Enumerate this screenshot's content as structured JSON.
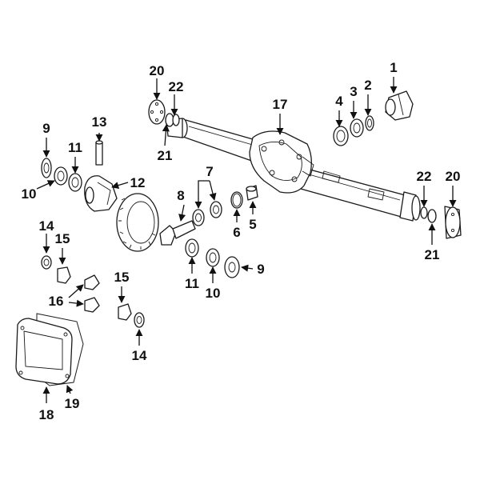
{
  "colors": {
    "line": "#1a1a1a",
    "background": "#ffffff",
    "label": "#111111"
  },
  "callouts": {
    "c1": "1",
    "c2": "2",
    "c3": "3",
    "c4": "4",
    "c5": "5",
    "c6": "6",
    "c7": "7",
    "c8": "8",
    "c9_left": "9",
    "c9_right": "9",
    "c10_left": "10",
    "c10_right": "10",
    "c11_left": "11",
    "c11_right": "11",
    "c12": "12",
    "c13": "13",
    "c14_top": "14",
    "c14_bottom": "14",
    "c15_top": "15",
    "c15_bottom": "15",
    "c16": "16",
    "c17": "17",
    "c18": "18",
    "c19": "19",
    "c20_left": "20",
    "c20_right": "20",
    "c21_left": "21",
    "c21_right": "21",
    "c22_left": "22",
    "c22_right": "22"
  }
}
